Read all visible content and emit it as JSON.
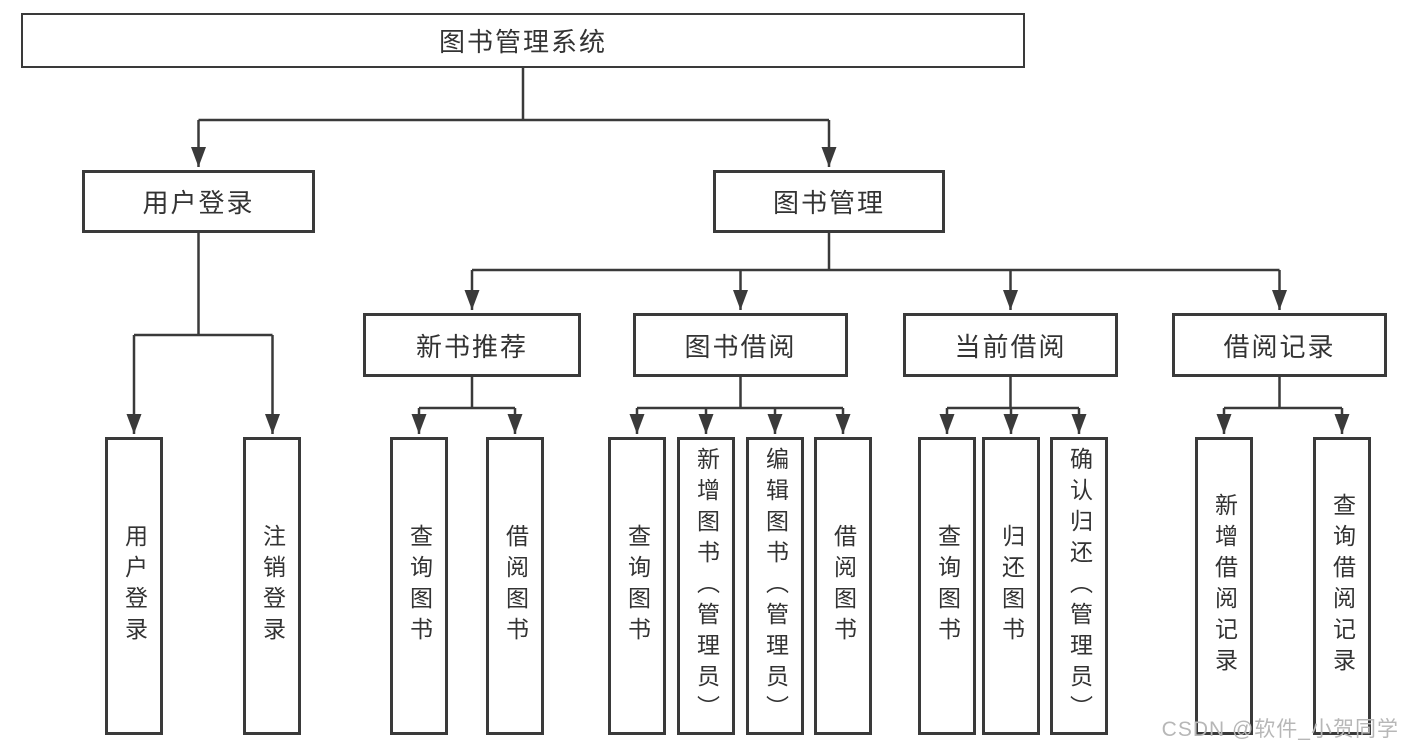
{
  "colors": {
    "line": "#3a3a3a",
    "box_border": "#3a3a3a",
    "text": "#333333",
    "watermark_text": "#b7b7b7",
    "background": "#ffffff"
  },
  "diagram": {
    "root": {
      "label": "图书管理系统"
    },
    "level2": {
      "user_login": {
        "label": "用户登录",
        "children": [
          {
            "label": "用户登录"
          },
          {
            "label": "注销登录"
          }
        ]
      },
      "book_management": {
        "label": "图书管理",
        "sections": [
          {
            "label": "新书推荐",
            "children": [
              {
                "label": "查询图书"
              },
              {
                "label": "借阅图书"
              }
            ]
          },
          {
            "label": "图书借阅",
            "children": [
              {
                "label": "查询图书"
              },
              {
                "label": "新增图书（管理员）"
              },
              {
                "label": "编辑图书（管理员）"
              },
              {
                "label": "借阅图书"
              }
            ]
          },
          {
            "label": "当前借阅",
            "children": [
              {
                "label": "查询图书"
              },
              {
                "label": "归还图书"
              },
              {
                "label": "确认归还（管理员）"
              }
            ]
          },
          {
            "label": "借阅记录",
            "children": [
              {
                "label": "新增借阅记录"
              },
              {
                "label": "查询借阅记录"
              }
            ]
          }
        ]
      }
    }
  },
  "watermark": {
    "text": "CSDN @软件_小贺同学"
  }
}
